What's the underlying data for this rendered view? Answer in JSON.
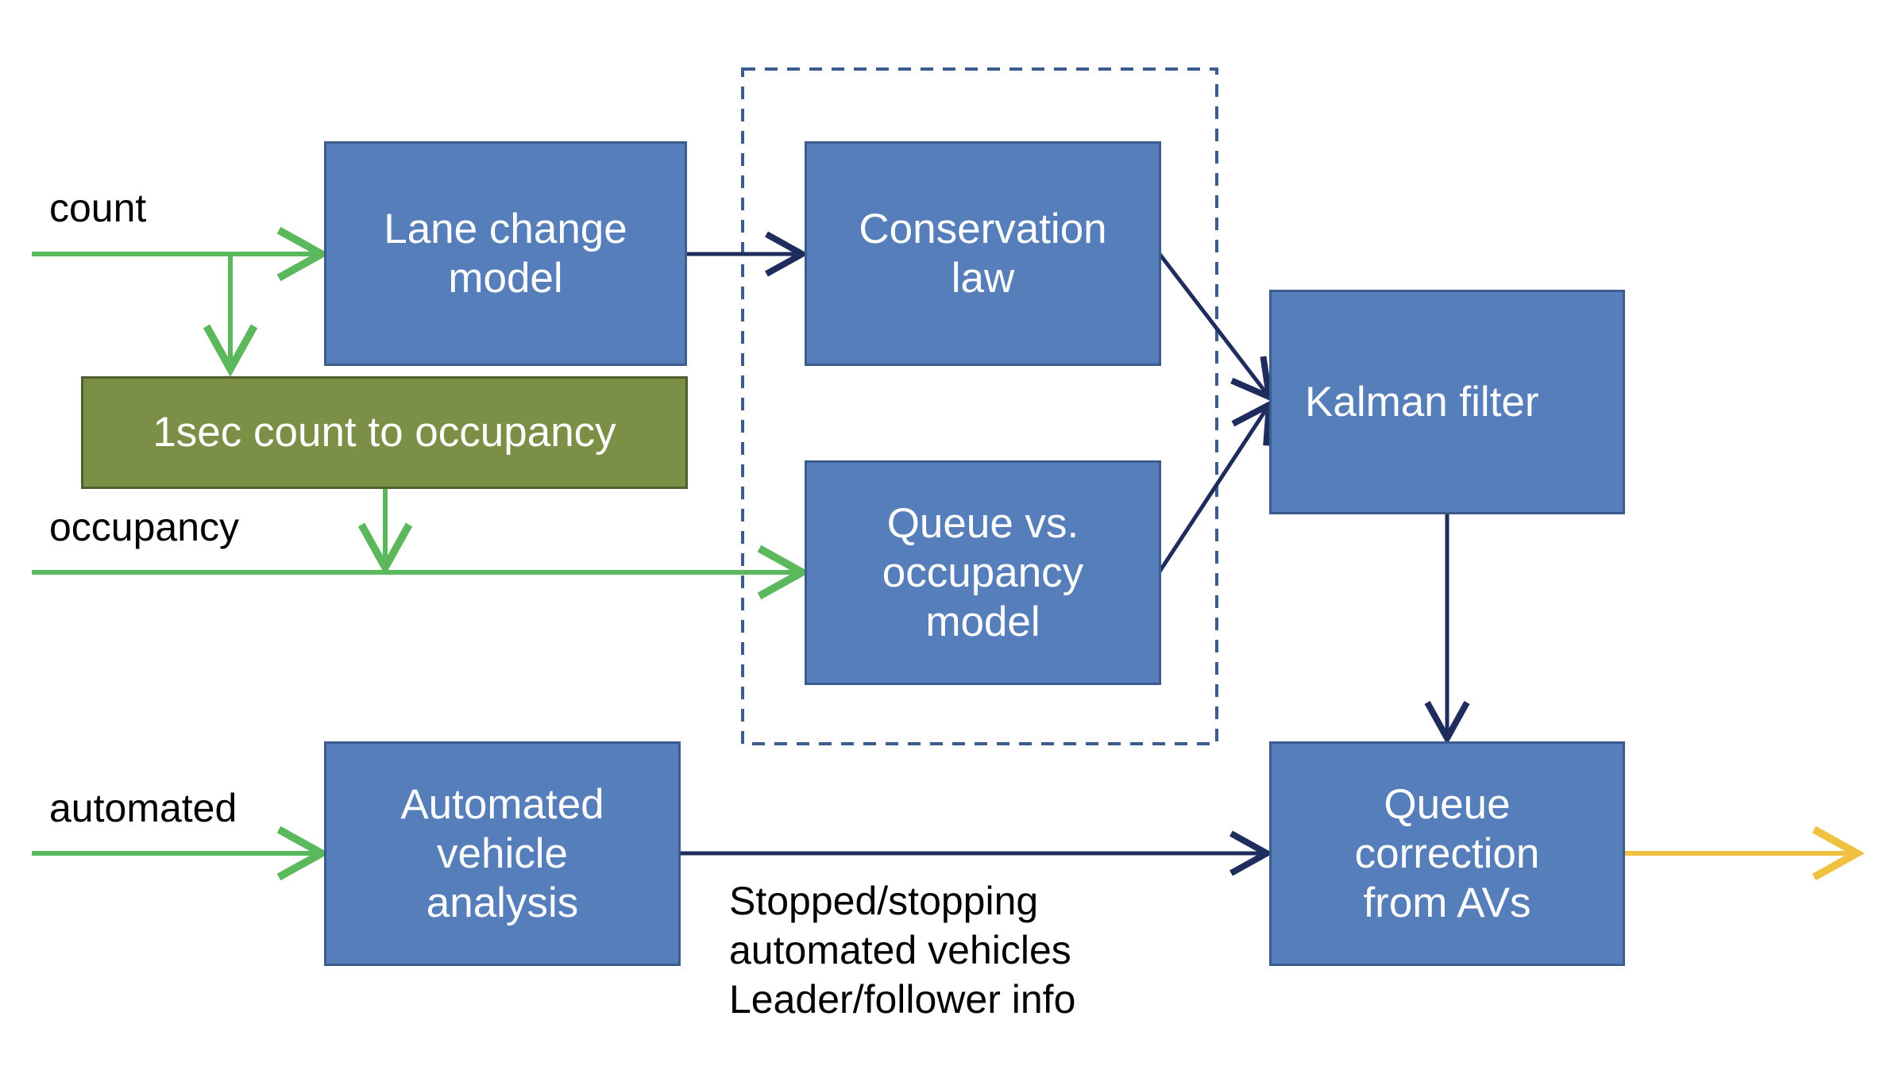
{
  "colors": {
    "input_arrow": "#5cb85c",
    "flow_arrow": "#1f2d5e",
    "output_arrow": "#f0c040",
    "box_fill": "#567ebb",
    "box_fill_green": "#7b8f46",
    "dashed_group": "#3b5c8c"
  },
  "inputs": {
    "count": "count",
    "occupancy": "occupancy",
    "automated": "automated"
  },
  "boxes": {
    "lane_change": "Lane change\nmodel",
    "count_to_occupancy": "1sec count to occupancy",
    "conservation": "Conservation\nlaw",
    "queue_occupancy": "Queue vs.\noccupancy\nmodel",
    "kalman": "Kalman filter",
    "av_analysis": "Automated\nvehicle\nanalysis",
    "queue_correction": "Queue\ncorrection\nfrom AVs"
  },
  "annotation": "Stopped/stopping\nautomated vehicles\nLeader/follower info"
}
